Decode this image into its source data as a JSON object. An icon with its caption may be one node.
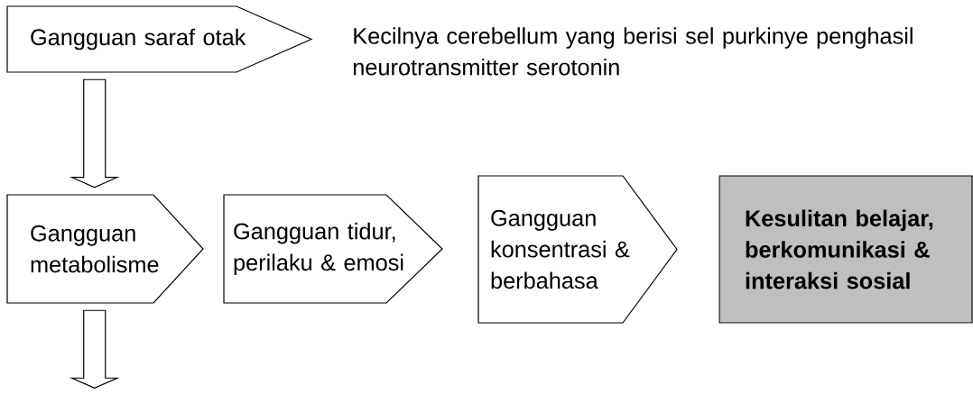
{
  "diagram": {
    "nodes": [
      {
        "text": [
          "Gangguan saraf otak"
        ]
      },
      {
        "text": [
          "Gangguan metabolisme"
        ]
      },
      {
        "text": [
          "Gangguan tidur, perilaku & emosi"
        ]
      },
      {
        "text": [
          "Gangguan konsentrasi & berbahasa"
        ]
      },
      {
        "text": [
          "Kesulitan belajar, berkomunikasi & interaksi sosial"
        ]
      }
    ],
    "edges": [
      {
        "from": 0,
        "to": 1,
        "arrow": "to"
      },
      {
        "from": 1,
        "to": null,
        "arrow": "to"
      }
    ],
    "labels": [
      "Kecilnya cerebellum yang berisi sel purkinye penghasil neurotransmitter serotonin"
    ]
  }
}
